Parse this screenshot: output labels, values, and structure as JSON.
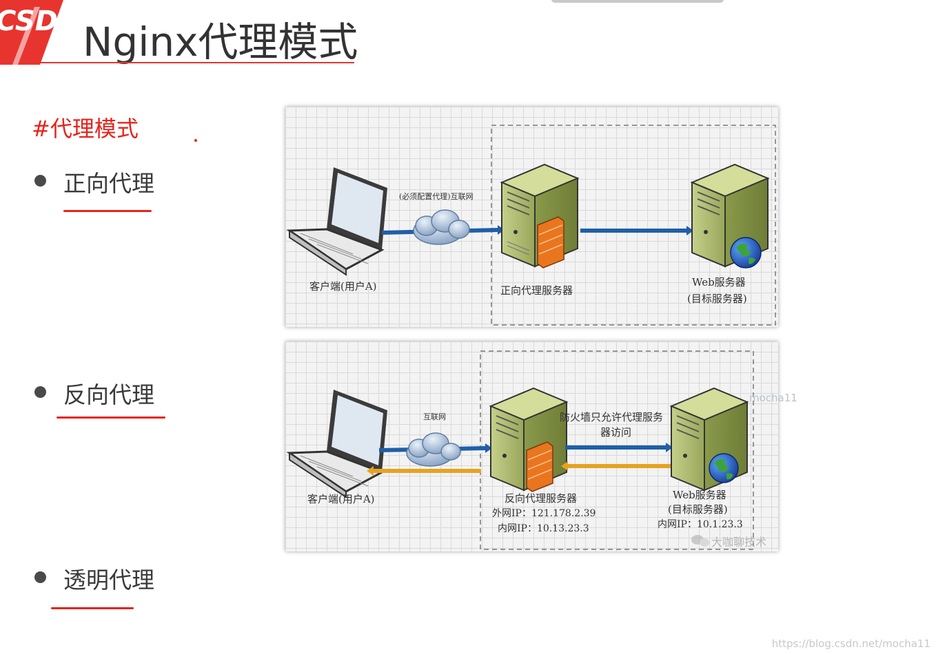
{
  "header": {
    "logo_text": "CSD",
    "title": "Nginx代理模式"
  },
  "section": {
    "title": "#代理模式"
  },
  "bullets": [
    {
      "label": "正向代理"
    },
    {
      "label": "反向代理"
    },
    {
      "label": "透明代理"
    }
  ],
  "forward_diagram": {
    "client": "客户端(用户A)",
    "link": "(必须配置代理)互联网",
    "proxy": "正向代理服务器",
    "web_line1": "Web服务器",
    "web_line2": "(目标服务器)"
  },
  "reverse_diagram": {
    "client": "客户端(用户A)",
    "link": "互联网",
    "firewall_line1": "防火墙只允许代理服务",
    "firewall_line2": "器访问",
    "proxy": "反向代理服务器",
    "proxy_ext_ip": "外网IP：121.178.2.39",
    "proxy_int_ip": "内网IP：10.13.23.3",
    "web_line1": "Web服务器",
    "web_line2": "(目标服务器)",
    "web_int_ip": "内网IP：10.1.23.3",
    "watermark_user": "mocha11",
    "wechat_mark": "大咖聊技术"
  },
  "footer": {
    "url": "https://blog.csdn.net/mocha11"
  },
  "colors": {
    "accent": "#e8231b",
    "arrow_blue": "#1f5fa8",
    "arrow_orange": "#e6a321",
    "server": "#a7b56a"
  },
  "icons": [
    "laptop-icon",
    "cloud-icon",
    "server-icon",
    "firewall-icon",
    "globe-icon",
    "wechat-icon"
  ]
}
